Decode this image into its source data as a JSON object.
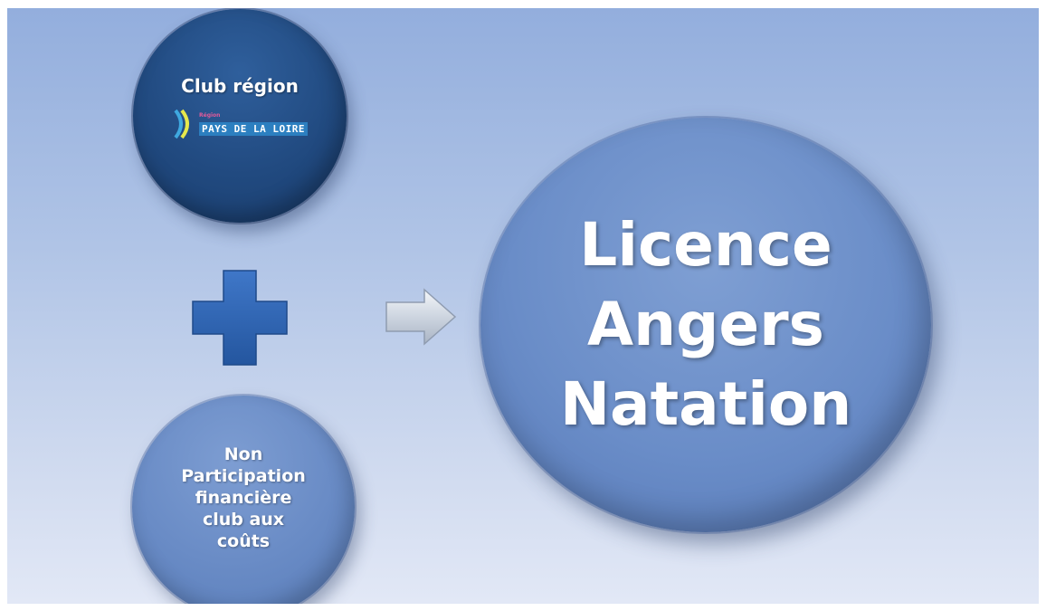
{
  "diagram": {
    "club_region": {
      "title": "Club région",
      "logo_small_text": "Région",
      "logo_name": "PAYS DE LA LOIRE"
    },
    "non_participation": {
      "lines": [
        "Non",
        "Participation",
        "financière",
        "club aux",
        "coûts"
      ]
    },
    "licence": {
      "lines": [
        "Licence",
        "Angers",
        "Natation"
      ]
    },
    "icons": {
      "plus": "plus-icon",
      "arrow": "arrow-right-icon"
    },
    "colors": {
      "dark_blue": "#214a80",
      "mid_blue": "#6a8cc6",
      "plus_blue": "#2e62b3",
      "arrow_gray": "#c9d1dc"
    }
  }
}
